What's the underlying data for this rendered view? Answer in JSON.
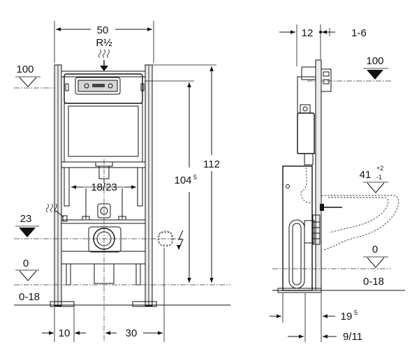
{
  "front_view": {
    "width_top": "50",
    "pipe_label": "R½",
    "level_top_left": "100",
    "height_total": "112",
    "height_inner": "104",
    "height_inner_sup": "5",
    "height_bracket": "18/23",
    "level_23": "23",
    "level_0": "0",
    "floor_range": "0-18",
    "dim_10": "10",
    "dim_30": "30"
  },
  "side_view": {
    "dim_12": "12",
    "dim_1_6": "1-6",
    "level_100": "100",
    "level_41": "41",
    "tol_plus": "+2",
    "tol_minus": "-1",
    "level_0": "0",
    "floor_range": "0-18",
    "dim_19": "19",
    "dim_19_sup": "5",
    "dim_9_11": "9/11"
  }
}
